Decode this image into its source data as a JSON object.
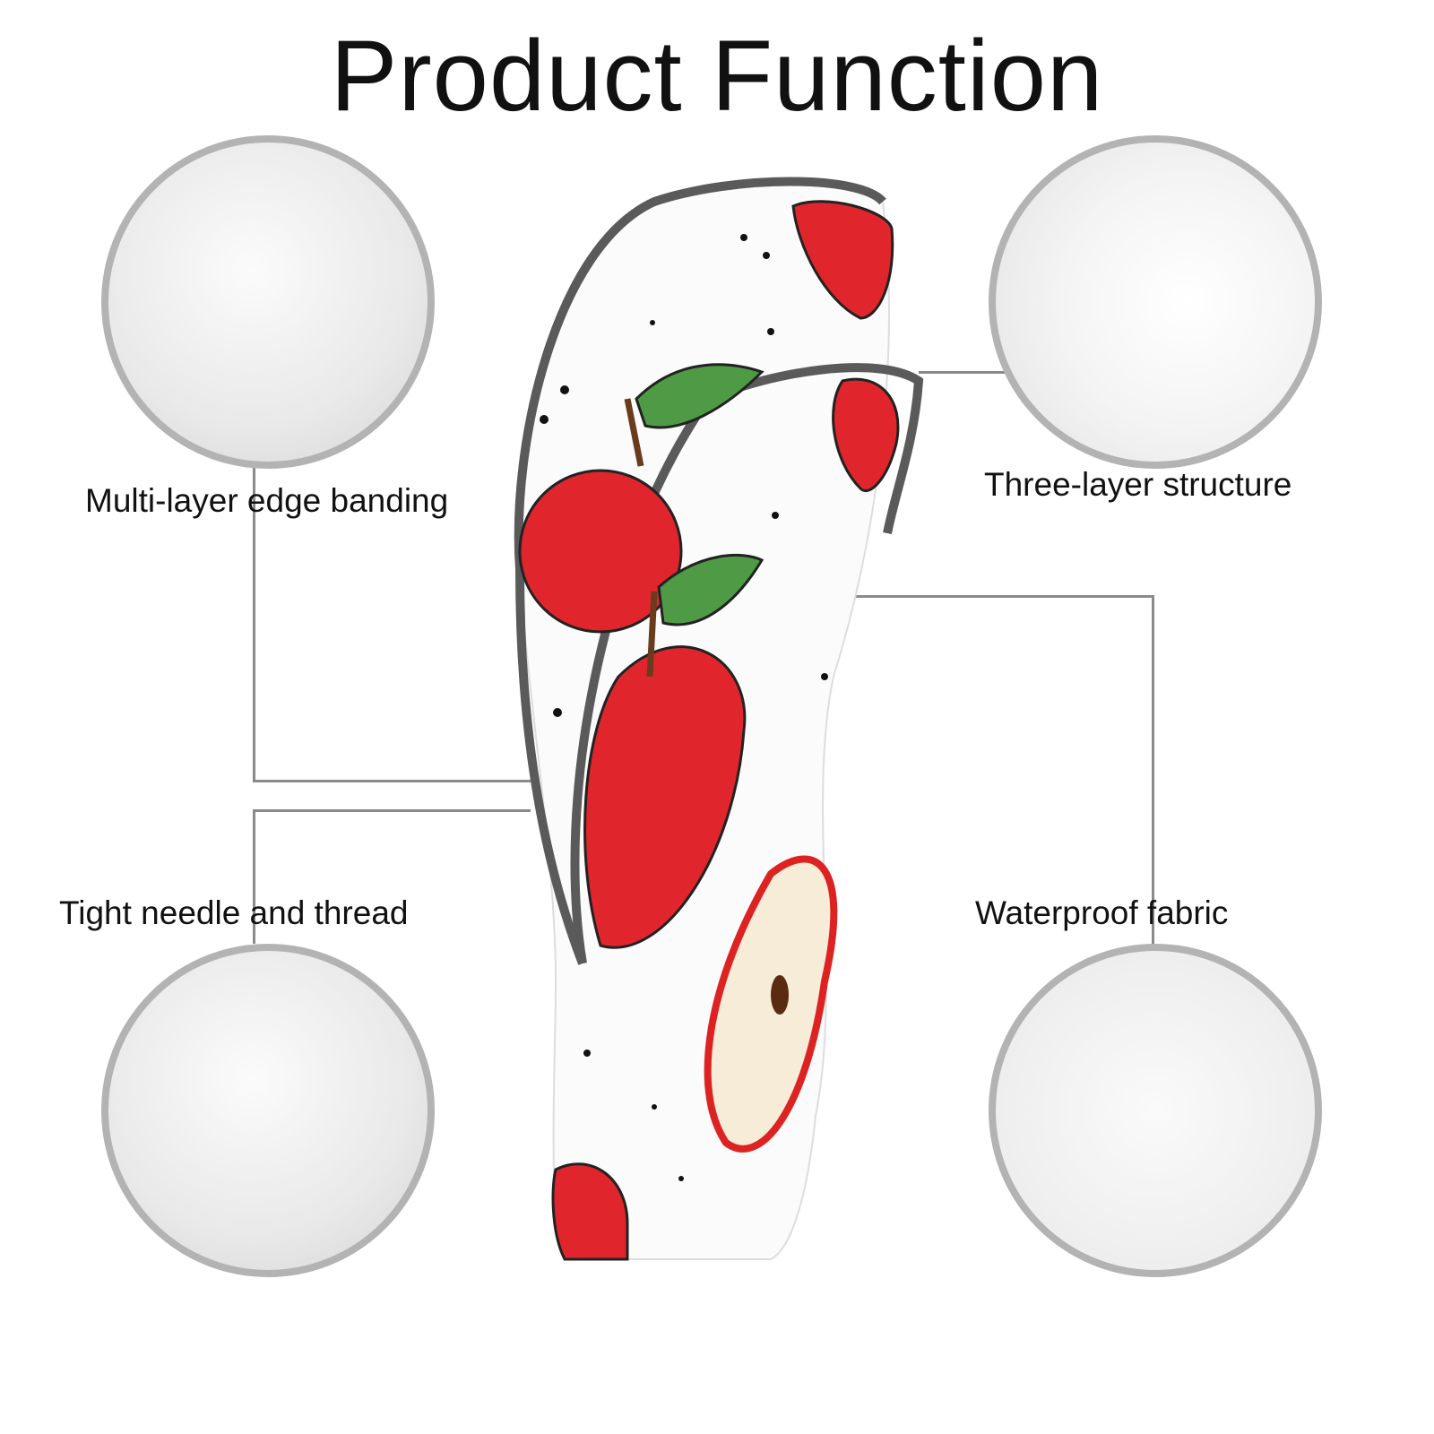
{
  "title": "Product Function",
  "features": [
    {
      "label": "Multi-layer edge banding"
    },
    {
      "label": "Three-layer structure"
    },
    {
      "label": "Tight needle and thread"
    },
    {
      "label": "Waterproof fabric"
    }
  ],
  "colors": {
    "circle_border": "#b3b3b3",
    "piping": "#5a5a5a",
    "apple_red": "#e0262c",
    "leaf_green": "#4f9a45"
  }
}
